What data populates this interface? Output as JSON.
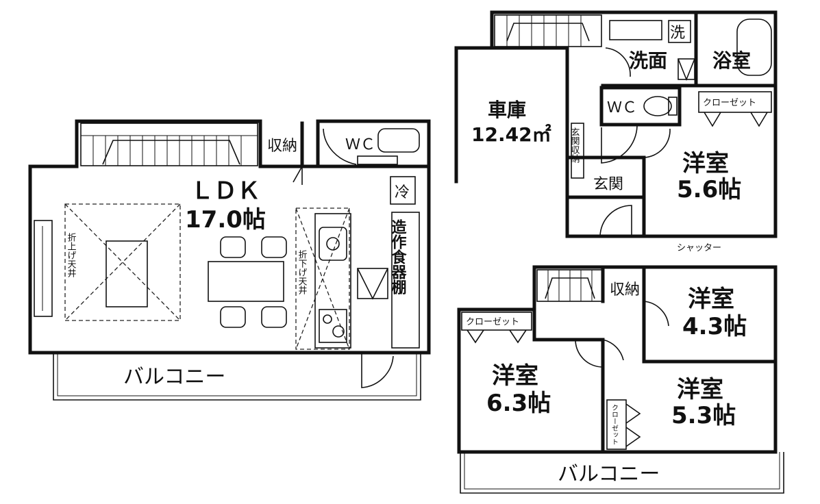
{
  "floors": {
    "floor2": {
      "rooms": {
        "ldk_name": "ＬＤＫ",
        "ldk_size": "17.0帖",
        "balcony": "バルコニー",
        "storage": "収納",
        "wc": "ＷＣ",
        "fridge": "冷",
        "cupboard": "造作食器棚",
        "ceiling_left": "折上げ天井",
        "ceiling_right": "折下げ天井"
      }
    },
    "floor1": {
      "rooms": {
        "garage_name": "車庫",
        "garage_size": "12.42㎡",
        "washroom": "洗面",
        "washer": "洗",
        "bath": "浴室",
        "wc": "ＷＣ",
        "closet": "クローゼット",
        "entry_storage": "玄関収納",
        "entrance": "玄関",
        "western_name": "洋室",
        "western_size": "5.6帖",
        "shutter": "シャッター"
      }
    },
    "floor3": {
      "rooms": {
        "storage": "収納",
        "western_a_name": "洋室",
        "western_a_size": "4.3帖",
        "closet": "クローゼット",
        "western_b_name": "洋室",
        "western_b_size": "6.3帖",
        "western_c_name": "洋室",
        "western_c_size": "5.3帖",
        "closet_small": "クローゼット",
        "balcony": "バルコニー"
      }
    }
  }
}
